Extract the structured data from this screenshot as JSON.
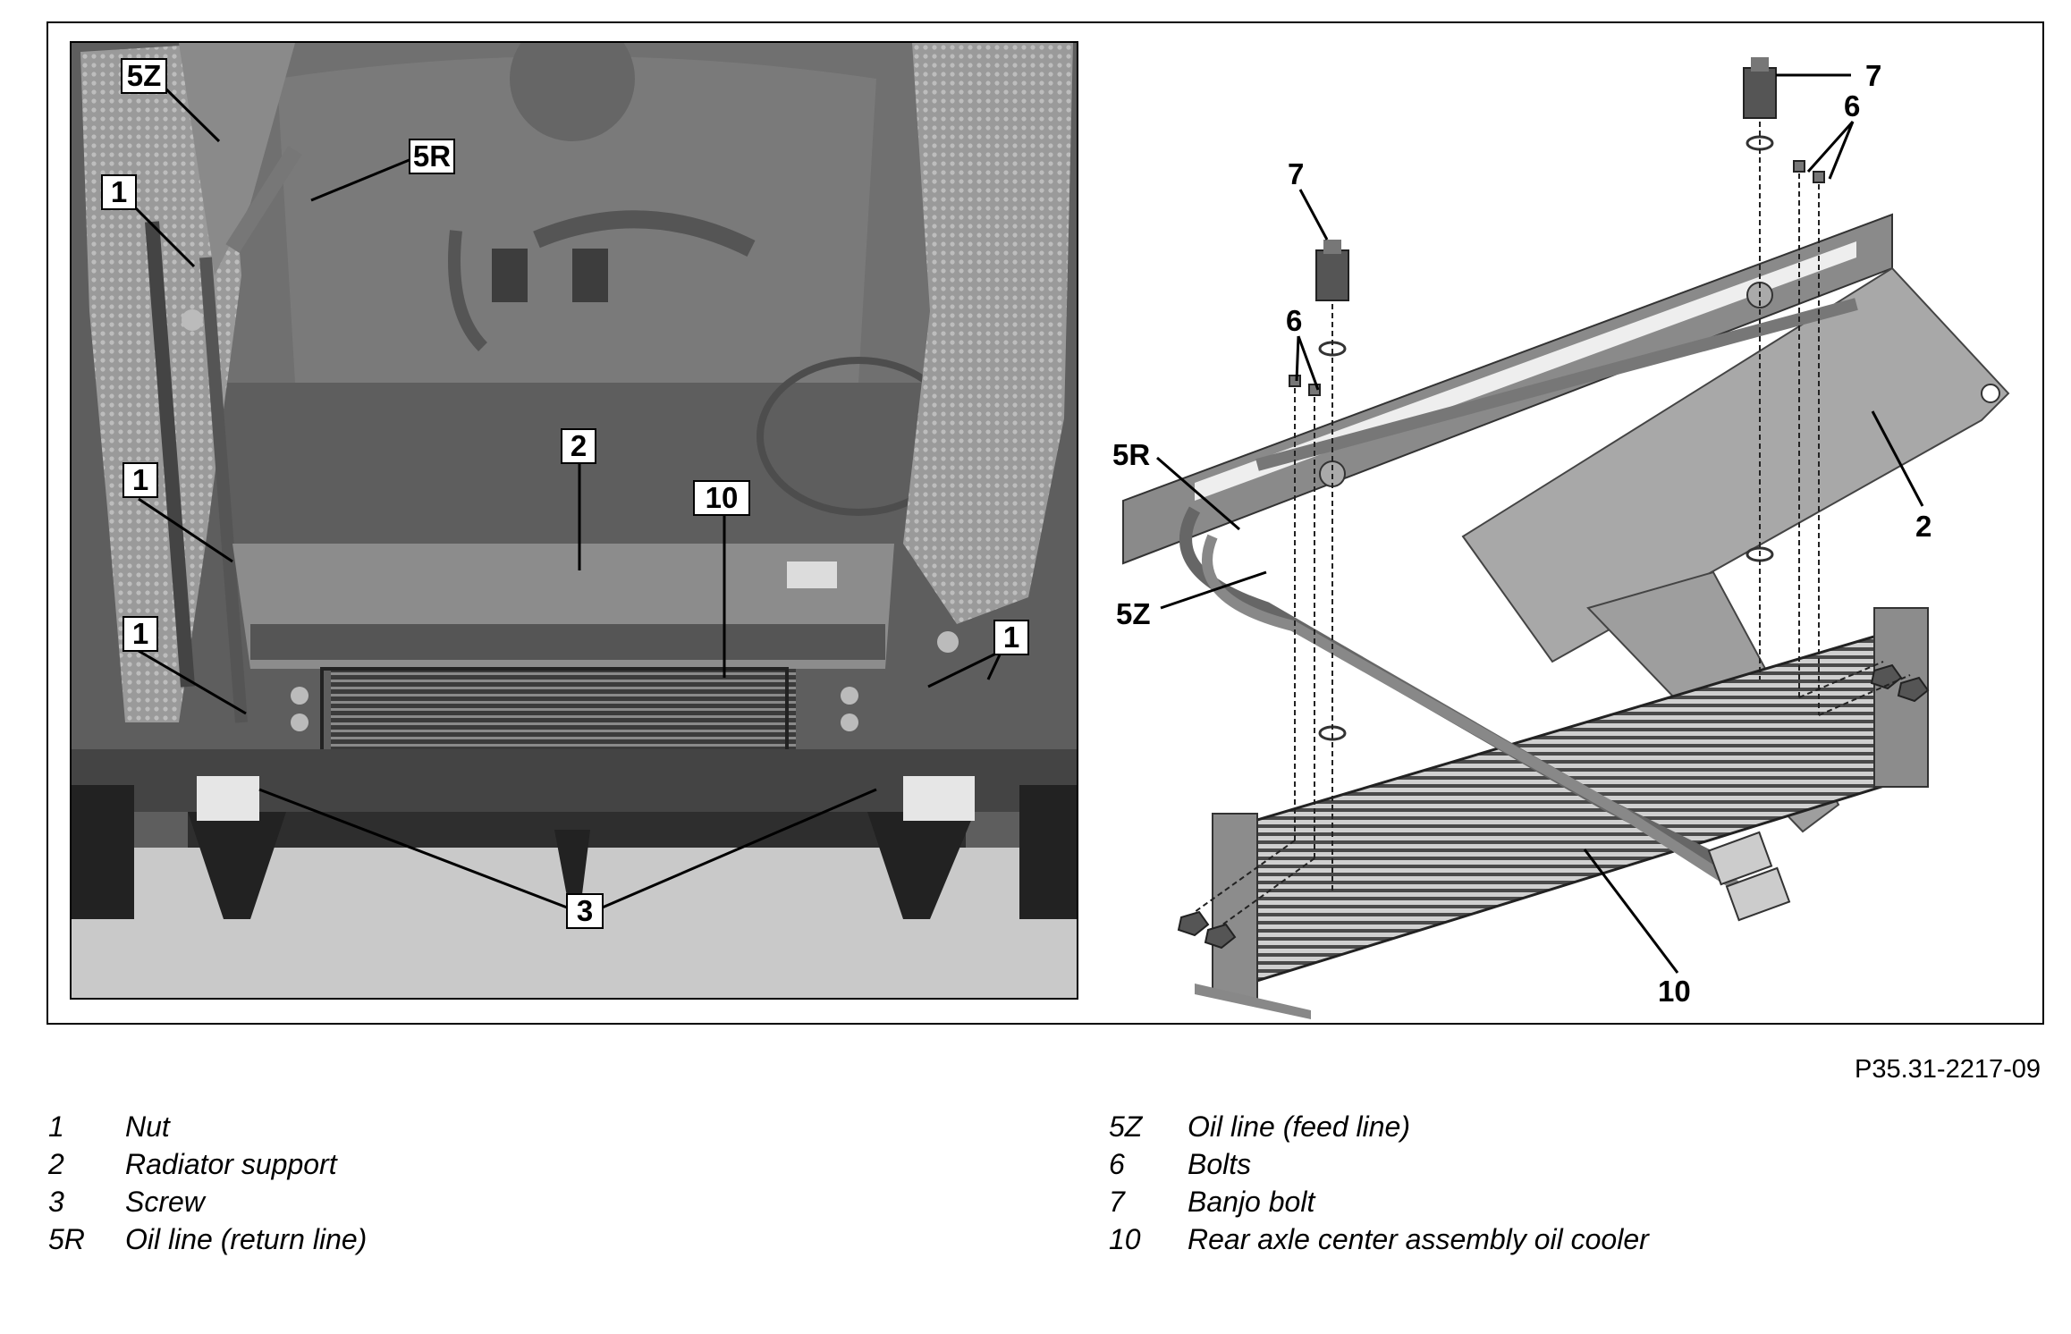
{
  "photo_callouts": {
    "c5z": "5Z",
    "c5r": "5R",
    "c1a": "1",
    "c1b": "1",
    "c1c": "1",
    "c1d": "1",
    "c2": "2",
    "c10": "10",
    "c3": "3"
  },
  "drawing_callouts": {
    "c7a": "7",
    "c6a": "6",
    "c7b": "7",
    "c6b": "6",
    "c5r": "5R",
    "c5z": "5Z",
    "c2": "2",
    "c10": "10"
  },
  "reference_code": "P35.31-2217-09",
  "legend_left": [
    {
      "num": "1",
      "text": "Nut"
    },
    {
      "num": "2",
      "text": "Radiator support"
    },
    {
      "num": "3",
      "text": "Screw"
    },
    {
      "num": "5R",
      "text": "Oil line (return line)"
    }
  ],
  "legend_right": [
    {
      "num": "5Z",
      "text": "Oil line (feed line)"
    },
    {
      "num": "6",
      "text": "Bolts"
    },
    {
      "num": "7",
      "text": "Banjo bolt"
    },
    {
      "num": "10",
      "text": "Rear axle center assembly oil cooler"
    }
  ]
}
